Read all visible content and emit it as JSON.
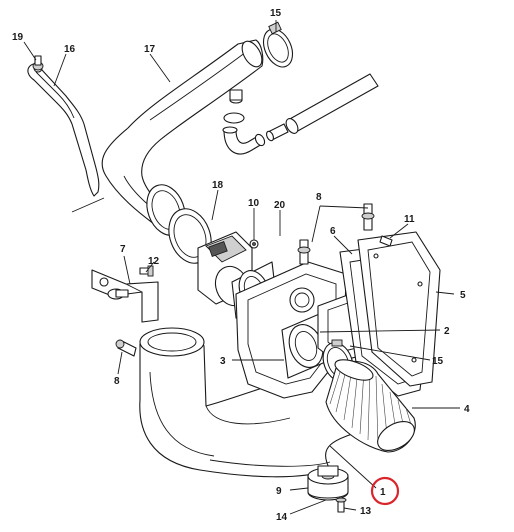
{
  "diagram": {
    "highlight_color": "#d9262c",
    "line_color": "#1a1a1a",
    "highlighted_callout": "1",
    "callouts": {
      "c1": "1",
      "c2": "2",
      "c3": "3",
      "c4": "4",
      "c5": "5",
      "c6": "6",
      "c7": "7",
      "c8a": "8",
      "c8b": "8",
      "c9": "9",
      "c10": "10",
      "c11": "11",
      "c12": "12",
      "c13": "13",
      "c14": "14",
      "c15a": "15",
      "c15b": "15",
      "c16": "16",
      "c17": "17",
      "c18": "18",
      "c19": "19",
      "c20": "20"
    }
  }
}
